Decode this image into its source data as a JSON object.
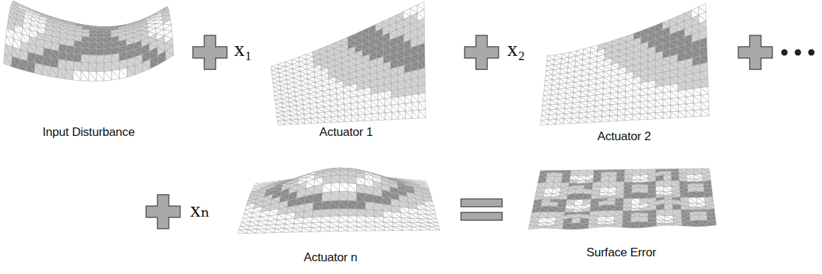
{
  "diagram": {
    "labels": [
      "Input Disturbance",
      "x₁",
      "Actuator 1",
      "x₂",
      "Actuator 2",
      "xₙ",
      "Actuator n",
      "Surface Error"
    ]
  }
}
